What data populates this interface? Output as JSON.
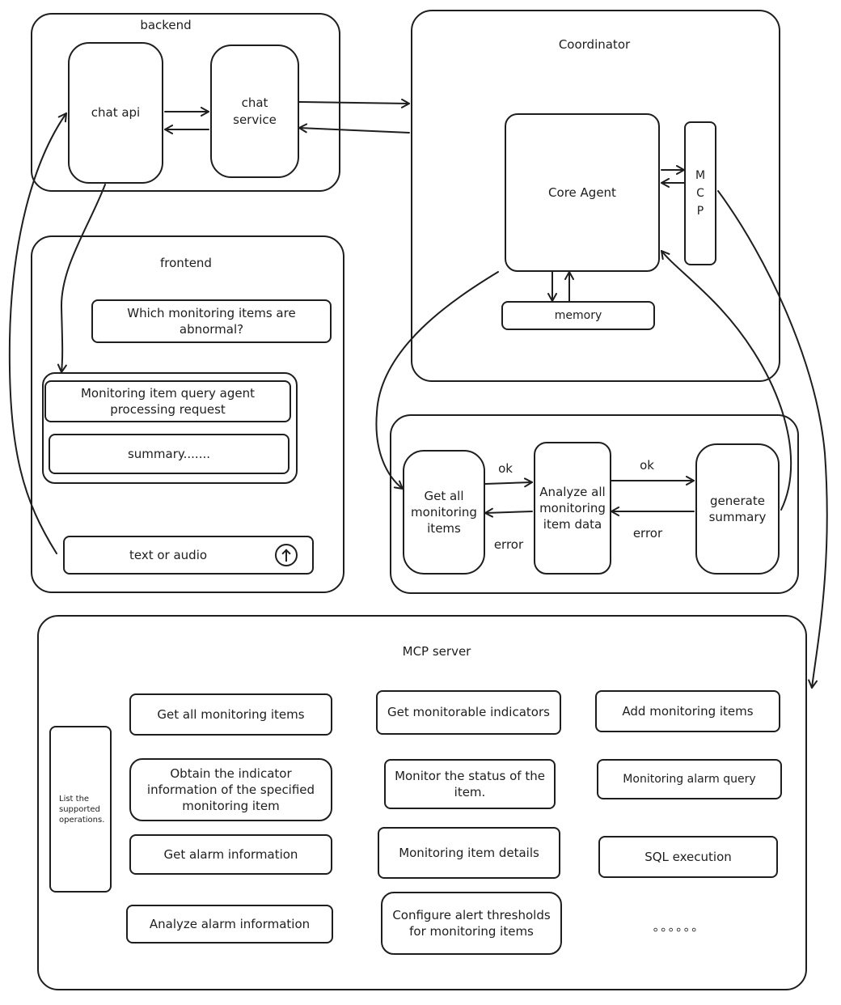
{
  "backend": {
    "title": "backend",
    "chat_api": "chat api",
    "chat_service": "chat\nservice"
  },
  "coordinator": {
    "title": "Coordinator",
    "core_agent": "Core Agent",
    "mcp": [
      "M",
      "C",
      "P"
    ],
    "memory": "memory"
  },
  "frontend": {
    "title": "frontend",
    "question": "Which monitoring items are abnormal?",
    "processing": "Monitoring item query agent processing request",
    "summary": "summary.......",
    "input_placeholder": "text or audio"
  },
  "workflow": {
    "step1": "Get all monitoring items",
    "step2": "Analyze all monitoring item data",
    "step3": "generate summary",
    "ok1": "ok",
    "ok2": "ok",
    "error1": "error",
    "error2": "error"
  },
  "mcp_server": {
    "title": "MCP server",
    "side_label": "List the supported operations.",
    "operations": [
      "Get all monitoring items",
      "Get monitorable indicators",
      "Add monitoring items",
      "Obtain the indicator information of the specified monitoring item",
      "Monitor the status of the item.",
      "Monitoring alarm query",
      "Get alarm information",
      "Monitoring item details",
      "SQL execution",
      "Analyze alarm information",
      "Configure alert thresholds for monitoring items",
      "。。。。。。"
    ]
  }
}
